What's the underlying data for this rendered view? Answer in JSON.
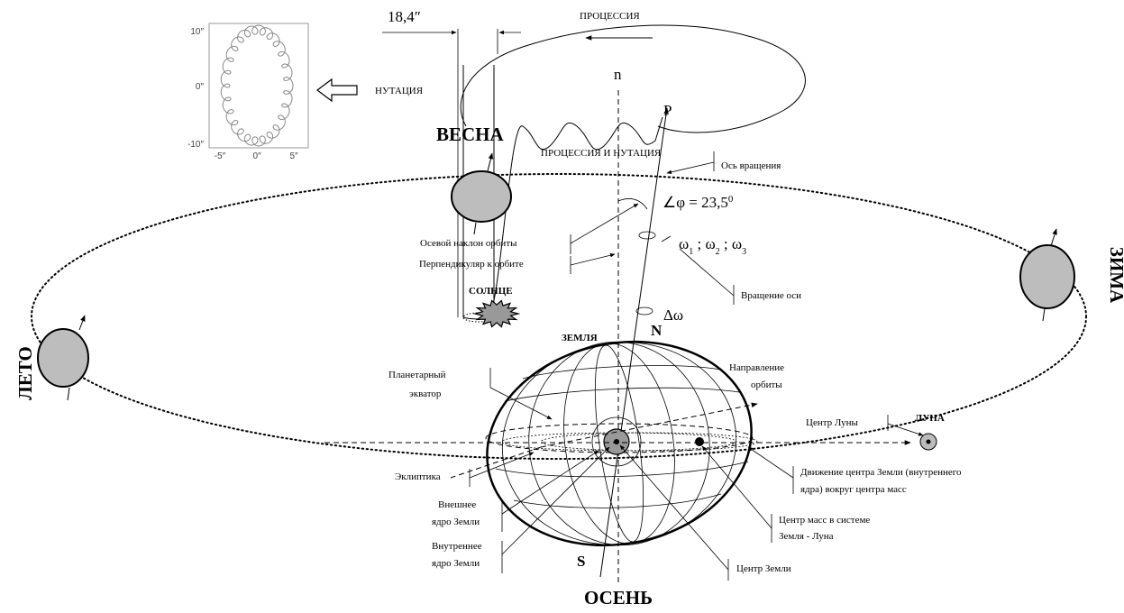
{
  "nutation_plot": {
    "y_ticks": [
      "10″",
      "0″",
      "-10″"
    ],
    "x_ticks": [
      "-5″",
      "0″",
      "5″"
    ]
  },
  "labels": {
    "nutation_amplitude": "18,4″",
    "precession": "ПРОЦЕССИЯ",
    "nutation": "НУТАЦИЯ",
    "n": "n",
    "p": "P",
    "precession_nutation": "ПРОЦЕССИЯ И НУТАЦИЯ",
    "rotation_axis": "Ось вращения",
    "angle": "∠φ = 23,5",
    "angle_degree": "0",
    "axial_tilt": "Осевой наклон орбиты",
    "perpendicular": "Перпендикуляр к орбите",
    "omega": "ω",
    "omega_sub_1": "1",
    "omega_sub_2": "2",
    "omega_sub_3": "3",
    "delta_omega": "Δω",
    "axis_rotation": "Вращение оси",
    "sun": "СОЛНЦЕ",
    "earth": "ЗЕМЛЯ",
    "north": "N",
    "south": "S",
    "planetary_equator_1": "Планетарный",
    "planetary_equator_2": "экватор",
    "orbit_direction_1": "Направление",
    "orbit_direction_2": "орбиты",
    "moon_center": "Центр Луны",
    "moon": "ЛУНА",
    "ecliptic": "Эклиптика",
    "outer_core_1": "Внешнее",
    "outer_core_2": "ядро Земли",
    "inner_core_1": "Внутреннее",
    "inner_core_2": "ядро Земли",
    "earth_motion_1": "Движение центра Земли (внутреннего",
    "earth_motion_2": "ядра) вокруг центра масс",
    "barycenter_1": "Центр масс в системе",
    "barycenter_2": "Земля - Луна",
    "earth_center": "Центр Земли"
  },
  "seasons": {
    "spring": "ВЕСНА",
    "summer": "ЛЕТО",
    "autumn": "ОСЕНЬ",
    "winter": "ЗИМА"
  },
  "colors": {
    "planet_fill": "#bdbdbd",
    "sun_fill": "#999999",
    "ink": "#000000"
  }
}
